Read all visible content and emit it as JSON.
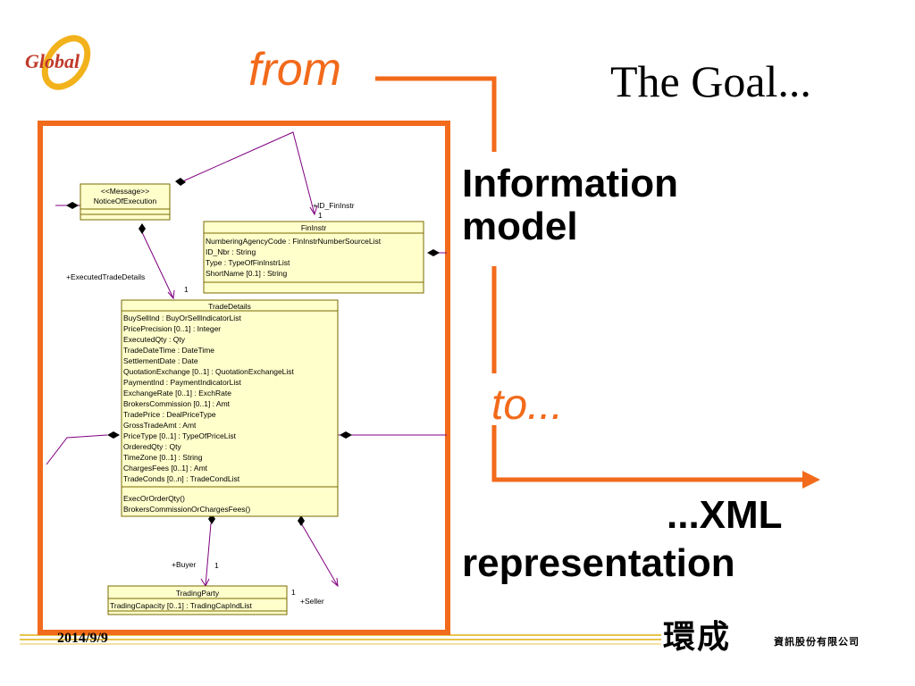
{
  "slide": {
    "title": "The Goal...",
    "from_label": "from",
    "information_model": [
      "Information",
      "model"
    ],
    "to_label": "to...",
    "xml_representation": [
      "...XML",
      "representation"
    ],
    "date": "2014/9/9",
    "company_name": "環成",
    "company_full": "資訊股份有限公司",
    "logo_text": "Global"
  },
  "colors": {
    "accent": "#f26a1b",
    "uml_box_fill": "#ffffcc",
    "uml_line": "#800080",
    "footer_line": "#e8c44a"
  },
  "uml": {
    "message": {
      "stereotype": "<<Message>>",
      "name": "NoticeOfExecution"
    },
    "fininstr": {
      "name": "FinInstr",
      "attributes": [
        "NumberingAgencyCode : FinInstrNumberSourceList",
        "ID_Nbr : String",
        "Type : TypeOfFinInstrList",
        "ShortName [0.1] : String"
      ]
    },
    "tradedetails": {
      "name": "TradeDetails",
      "attributes": [
        "BuySellInd : BuyOrSellIndicatorList",
        "PricePrecision [0..1] : Integer",
        "ExecutedQty : Qty",
        "TradeDateTime : DateTime",
        "SettlementDate : Date",
        "QuotationExchange [0..1] : QuotationExchangeList",
        "PaymentInd : PaymentIndicatorList",
        "ExchangeRate [0..1] : ExchRate",
        "BrokersCommission [0..1] : Amt",
        "TradePrice : DealPriceType",
        "GrossTradeAmt : Amt",
        "PriceType [0..1] : TypeOfPriceList",
        "OrderedQty : Qty",
        "TimeZone [0..1] : String",
        "ChargesFees [0..1] : Amt",
        "TradeConds [0..n] : TradeCondList"
      ],
      "operations": [
        "ExecOrOrderQty()",
        "BrokersCommissionOrChargesFees()"
      ]
    },
    "tradingparty": {
      "name": "TradingParty",
      "attributes": [
        "TradingCapacity [0..1] : TradingCapIndList"
      ]
    },
    "roles": {
      "id_fininstr": "+ID_FinInstr",
      "executed_trade_details": "+ExecutedTradeDetails",
      "buyer": "+Buyer",
      "seller": "+Seller",
      "mult_one": "1"
    }
  }
}
